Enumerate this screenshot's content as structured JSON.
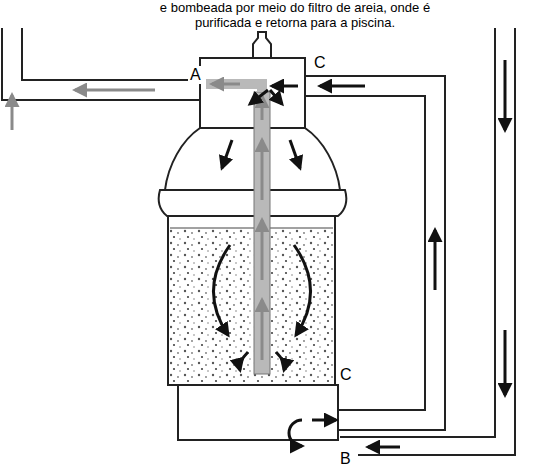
{
  "diagram": {
    "caption": "e bombeada por meio do filtro de areia, onde é purificada e retorna para a piscina.",
    "labels": [
      "A",
      "C",
      "C",
      "B"
    ]
  }
}
